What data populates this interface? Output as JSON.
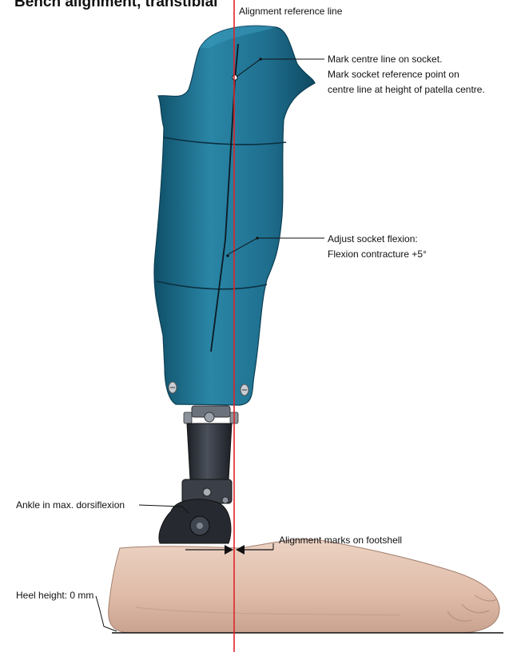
{
  "title": "Bench alignment, transtibial",
  "labels": {
    "reference_line": "Alignment reference line",
    "centre_line_1": "Mark centre line on socket.",
    "centre_line_2": "Mark socket reference point on",
    "centre_line_3": "centre line at height of patella centre.",
    "flexion_1": "Adjust socket flexion:",
    "flexion_2": "Flexion contracture +5°",
    "ankle": "Ankle in max. dorsiflexion",
    "footshell_marks": "Alignment marks on footshell",
    "heel_height": "Heel height: 0 mm"
  },
  "colors": {
    "reference_line": "#e2232a",
    "socket": "#1f6f8f",
    "socket_dark": "#134f68",
    "pylon": "#2b2f36",
    "foot": "#e3c2b0",
    "foot_shadow": "#c79f8d"
  }
}
